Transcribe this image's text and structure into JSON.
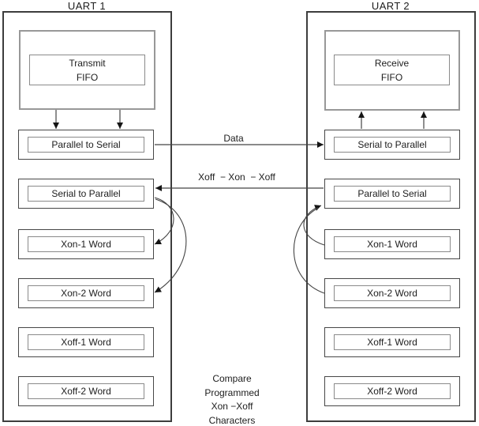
{
  "uart1": {
    "title": "UART 1",
    "fifo": {
      "line1": "Transmit",
      "line2": "FIFO"
    },
    "blocks": [
      "Parallel to Serial",
      "Serial to Parallel",
      "Xon-1 Word",
      "Xon-2 Word",
      "Xoff-1 Word",
      "Xoff-2 Word"
    ]
  },
  "uart2": {
    "title": "UART 2",
    "fifo": {
      "line1": "Receive",
      "line2": "FIFO"
    },
    "blocks": [
      "Serial to Parallel",
      "Parallel to Serial",
      "Xon-1 Word",
      "Xon-2 Word",
      "Xoff-1 Word",
      "Xoff-2 Word"
    ]
  },
  "connections": {
    "data_label": "Data",
    "flow_control_label": "Xoff  − Xon  − Xoff",
    "note_lines": [
      "Compare",
      "Programmed",
      "Xon −Xoff",
      "Characters"
    ]
  },
  "colors": {
    "background": "#ffffff",
    "panel_border": "#3d3d3d",
    "inner_border": "#8a8a8a",
    "line": "#444444",
    "arrowhead": "#151515",
    "text": "#1d1d1d"
  }
}
